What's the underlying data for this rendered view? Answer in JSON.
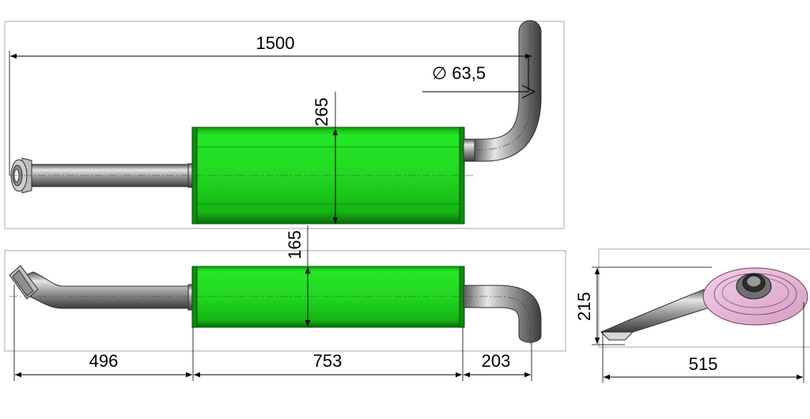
{
  "dimensions": {
    "overall_length": "1500",
    "pipe_diameter": "∅ 63,5",
    "width": "265",
    "height": "165",
    "inlet_length": "496",
    "body_length": "753",
    "outlet_length": "203",
    "iso_height": "215",
    "iso_length": "515"
  },
  "colors": {
    "muffler_body": "#1ee01e",
    "pipe": "#8a8a8a",
    "flange": "#e8b4d8"
  }
}
